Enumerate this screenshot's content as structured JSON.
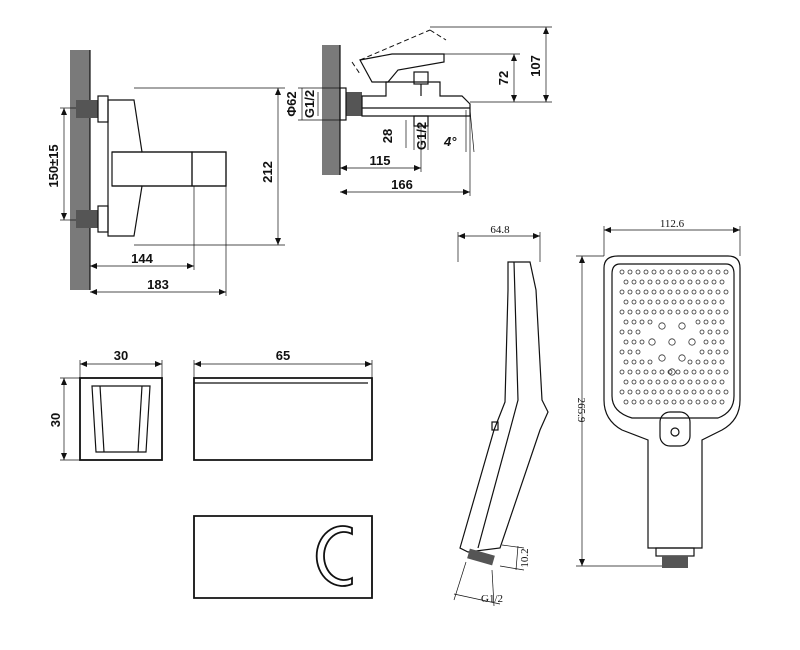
{
  "views": {
    "front": {
      "height_label": "212",
      "spacing_label": "150±15",
      "depth_label": "144",
      "width_label": "183"
    },
    "side": {
      "total_height_label": "107",
      "spout_height_label": "72",
      "flange_label": "Φ62",
      "thread_label": "G1/2",
      "spout_offset_label": "28",
      "outlet_thread_label": "G1/2",
      "angle_label": "4°",
      "spout_reach_label": "115",
      "total_reach_label": "166"
    },
    "holder_front": {
      "width_label": "30",
      "height_label": "30"
    },
    "holder_side": {
      "length_label": "65"
    },
    "hand_shower_side": {
      "width_label": "64.8",
      "nozzle_label": "10.2",
      "thread_label": "G1/2"
    },
    "hand_shower_front": {
      "width_label": "112.6",
      "length_label": "265.9"
    }
  },
  "colors": {
    "line": "#111111",
    "wall_hatch": "#7a7a7a",
    "background": "#ffffff"
  }
}
